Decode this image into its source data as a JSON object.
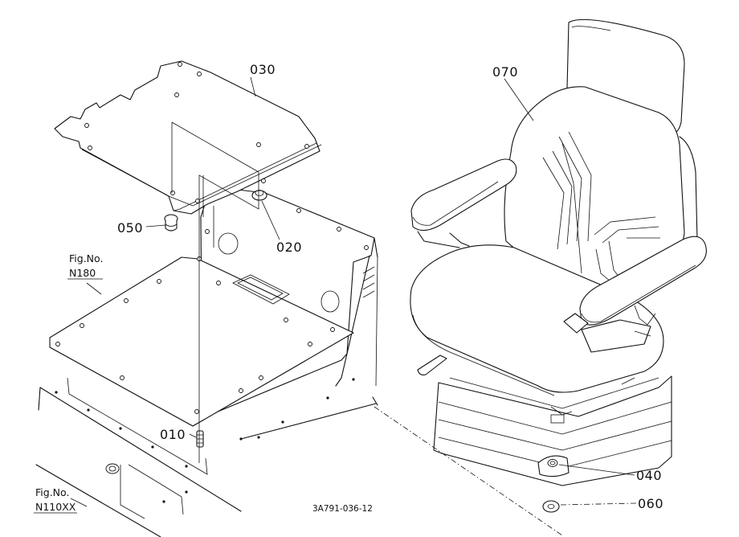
{
  "callouts": {
    "p010": "010",
    "p020": "020",
    "p030": "030",
    "p040": "040",
    "p050": "050",
    "p060": "060",
    "p070": "070"
  },
  "fig_refs": {
    "n180": {
      "line1": "Fig.No.",
      "line2": "N180"
    },
    "n110xx": {
      "line1": "Fig.No.",
      "line2": "N110XX"
    }
  },
  "drawing_number": "3A791-036-12"
}
